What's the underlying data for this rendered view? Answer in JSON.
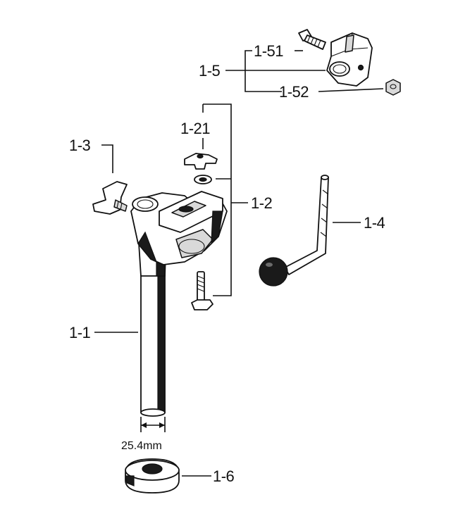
{
  "diagram": {
    "labels": {
      "p1_1": "1-1",
      "p1_2": "1-2",
      "p1_21": "1-21",
      "p1_3": "1-3",
      "p1_4": "1-4",
      "p1_5": "1-5",
      "p1_51": "1-51",
      "p1_52": "1-52",
      "p1_6": "1-6"
    },
    "dimension": "25.4mm"
  }
}
